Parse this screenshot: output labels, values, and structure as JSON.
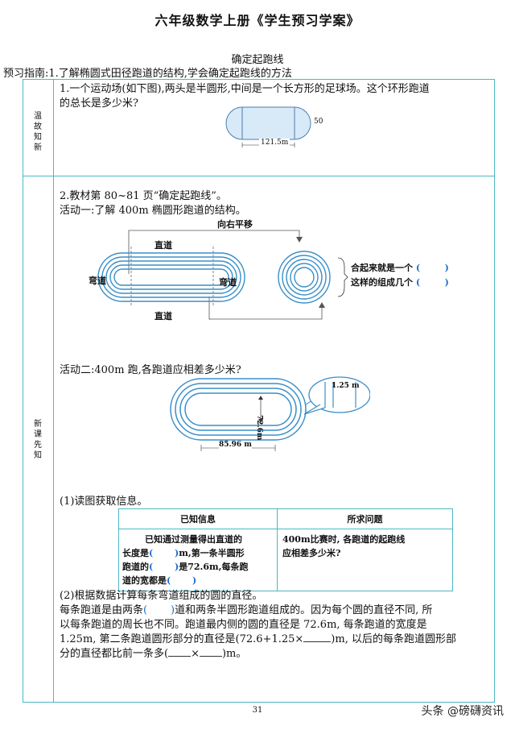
{
  "header": {
    "title": "六年级数学上册《学生预习学案》"
  },
  "lesson": {
    "title": "确定起跑线",
    "guide": "预习指南:1.了解椭圆式田径跑道的结构,学会确定起跑线的方法"
  },
  "review": {
    "label": [
      "温",
      "故",
      "知",
      "新"
    ],
    "q1_line1": "1.一个运动场(如下图),两头是半圆形,中间是一个长方形的足球场。这个环形跑道",
    "q1_line2": "的总长是多少米?",
    "field_length": "121.5m",
    "field_width": "50"
  },
  "newlesson": {
    "label": [
      "新",
      "课",
      "先",
      "知"
    ],
    "q2": "2.教材第 80~81 页“确定起跑线”。",
    "activity1": "活动一:了解 400m 椭圆形跑道的结构。",
    "shift_label": "向右平移",
    "straight_top": "直道",
    "straight_bottom": "直道",
    "curve_left": "弯道",
    "curve_right": "弯道",
    "combined_line1": "合起来就是一个",
    "combined_line2": "这样的组成几个",
    "activity2": "活动二:400m 跑,各跑道应相差多少米?",
    "lane_width": "1.25 m",
    "inner_diameter": "72.6m",
    "straight_length": "85.96 m",
    "read_info": "(1)读图获取信息。",
    "known_header": "已知信息",
    "question_header": "所求问题",
    "known_l1": "已知通过测量得出直道的",
    "known_l2a": "长度是",
    "known_l2b": "m,第一条半圆形",
    "known_l3a": "跑道的",
    "known_l3b": "是72.6m,每条跑",
    "known_l4": "道的宽都是",
    "question_l1": "400m比赛时, 各跑道的起跑线",
    "question_l2": "应相差多少米?",
    "calc_title": "(2)根据数据计算每条弯道组成的圆的直径。",
    "calc_l1a": "每条跑道是由两条",
    "calc_l1b": "道和两条半圆形跑道组成的。因为每个圆的直径不同, 所",
    "calc_l2": "以每条跑道的周长也不同。跑道最内侧的圆的直径是 72.6m, 每条跑道的宽度是",
    "calc_l3a": "1.25m, 第二条跑道圆形部分的直径是(72.6+1.25×",
    "calc_l3b": ")m, 以后的每条跑道圆形部",
    "calc_l4a": "分的直径都比前一条多(",
    "calc_l4b": "×",
    "calc_l4c": ")m。"
  },
  "footer": {
    "page": "31",
    "watermark": "头条 @磅礴资讯"
  }
}
